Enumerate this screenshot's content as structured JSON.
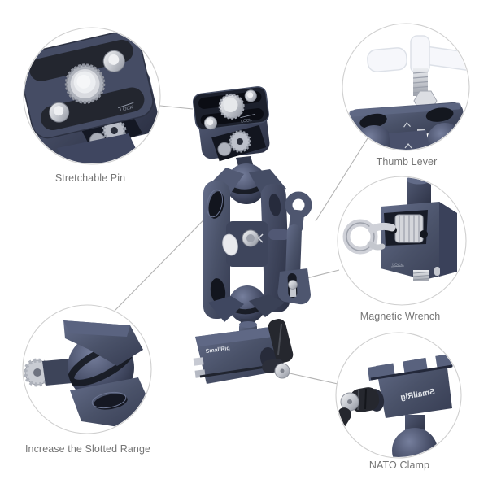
{
  "product": {
    "brand": "SmallRig",
    "lock_marking": "LOCK"
  },
  "callouts": [
    {
      "id": "stretchable-pin",
      "label": "Stretchable Pin"
    },
    {
      "id": "thumb-lever",
      "label": "Thumb Lever"
    },
    {
      "id": "magnetic-wrench",
      "label": "Magnetic Wrench"
    },
    {
      "id": "increase-slotted-range",
      "label": "Increase the Slotted Range"
    },
    {
      "id": "nato-clamp",
      "label": "NATO Clamp"
    }
  ],
  "colors": {
    "body_navy": "#4a5269",
    "body_navy_dark": "#343a4e",
    "ball_dark": "#2b3043",
    "metal_silver": "#c8cbd2",
    "lever_black": "#25272e",
    "label_gray": "#757575",
    "circle_outline": "#cfcfcf",
    "connector_line": "#b3b3b3",
    "background": "#ffffff"
  }
}
